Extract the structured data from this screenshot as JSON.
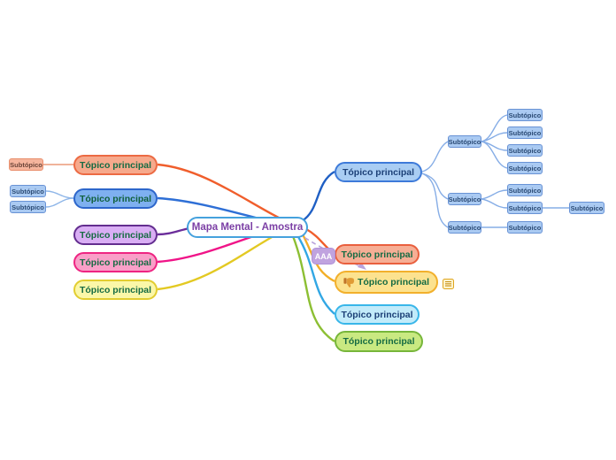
{
  "root": {
    "label": "Mapa Mental - Amostra",
    "text_color": "#7b3fa5",
    "border_color": "#45a1dd",
    "bg": "#fdfeff"
  },
  "connector": {
    "label": "AAA",
    "bg": "#c0a3df",
    "line_color": "#b9a3dc",
    "style": "dashed"
  },
  "left_branches": [
    {
      "label": "Tópico principal",
      "bg": "#f6a98c",
      "border": "#ec6a43",
      "edge": "#f05e2c",
      "text_color": "#166b43",
      "subtopics": [
        {
          "label": "Subtópico",
          "bg": "#f6b59d",
          "border": "#e98f6d"
        }
      ]
    },
    {
      "label": "Tópico principal",
      "bg": "#7eb0f0",
      "border": "#2d66cb",
      "edge": "#2e6fd6",
      "text_color": "#10603c",
      "subtopics": [
        {
          "label": "Subtópico",
          "bg": "#aacaf2",
          "border": "#6892d5"
        },
        {
          "label": "Subtópico",
          "bg": "#aacaf2",
          "border": "#6892d5"
        }
      ]
    },
    {
      "label": "Tópico principal",
      "bg": "#d9aef4",
      "border": "#632d8f",
      "edge": "#6b2d9a",
      "text_color": "#166b43",
      "subtopics": []
    },
    {
      "label": "Tópico principal",
      "bg": "#f99fc8",
      "border": "#ee2482",
      "edge": "#f01488",
      "text_color": "#166b43",
      "subtopics": []
    },
    {
      "label": "Tópico principal",
      "bg": "#fbf7a8",
      "border": "#e2cd30",
      "edge": "#e3c922",
      "text_color": "#166b43",
      "subtopics": []
    }
  ],
  "right_branches": [
    {
      "label": "Tópico principal",
      "bg": "#a9cdf3",
      "border": "#3d7ad9",
      "edge": "#1f5fc4",
      "text_color": "#1c4077",
      "subtopics": [
        {
          "label": "Subtópico",
          "children": [
            {
              "label": "Subtópico"
            },
            {
              "label": "Subtópico"
            },
            {
              "label": "Subtópico"
            },
            {
              "label": "Subtópico"
            }
          ]
        },
        {
          "label": "Subtópico",
          "children": [
            {
              "label": "Subtópico"
            },
            {
              "label": "Subtópico",
              "children": [
                {
                  "label": "Subtópico"
                }
              ]
            }
          ]
        },
        {
          "label": "Subtópico",
          "children": [
            {
              "label": "Subtópico"
            }
          ]
        }
      ]
    },
    {
      "label": "Tópico principal",
      "bg": "#f6ae95",
      "border": "#e95f3e",
      "edge": "#f05e2c",
      "text_color": "#166b43"
    },
    {
      "label": "Tópico principal",
      "bg": "#fce28f",
      "border": "#f2b02c",
      "edge": "#f2ae26",
      "text_color": "#166b43",
      "icon": "thumbs-down-icon",
      "attachment": "notes-icon"
    },
    {
      "label": "Tópico principal",
      "bg": "#c2ebfa",
      "border": "#38b6e9",
      "edge": "#32a7e4",
      "text_color": "#1c4077"
    },
    {
      "label": "Tópico principal",
      "bg": "#c9e981",
      "border": "#77b63a",
      "edge": "#8cbf33",
      "text_color": "#166b43"
    }
  ]
}
